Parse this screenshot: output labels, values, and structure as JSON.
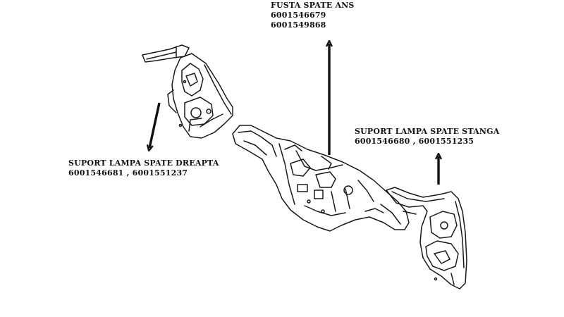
{
  "labels": {
    "top": {
      "title": "FUSTA SPATE ANS",
      "code1": "6001546679",
      "code2": "6001549868"
    },
    "right": {
      "title": "SUPORT LAMPA SPATE STANGA",
      "codes": "6001546680 , 6001551235"
    },
    "left": {
      "title": "SUPORT LAMPA SPATE DREAPTA",
      "codes": "6001546681 , 6001551237"
    }
  },
  "colors": {
    "line": "#1a1a1a",
    "background": "#ffffff"
  }
}
